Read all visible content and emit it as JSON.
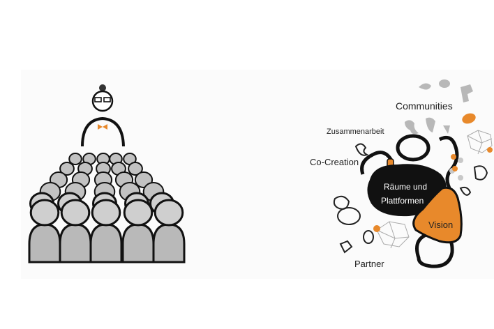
{
  "colors": {
    "accent": "#e8892b",
    "crowd": "#c8c8c8",
    "ink": "#111111",
    "grey_shapes": "#b5b5b5"
  },
  "left_illustration": {
    "icons": [
      "presenter-icon",
      "audience-crowd-icon"
    ]
  },
  "right_illustration": {
    "labels": {
      "communities": "Communities",
      "zusammenarbeit": "Zusammenarbeit",
      "co_creation": "Co-Creation",
      "raeume_line1": "Räume und",
      "raeume_line2": "Plattformen",
      "vision": "Vision",
      "partner": "Partner"
    }
  }
}
